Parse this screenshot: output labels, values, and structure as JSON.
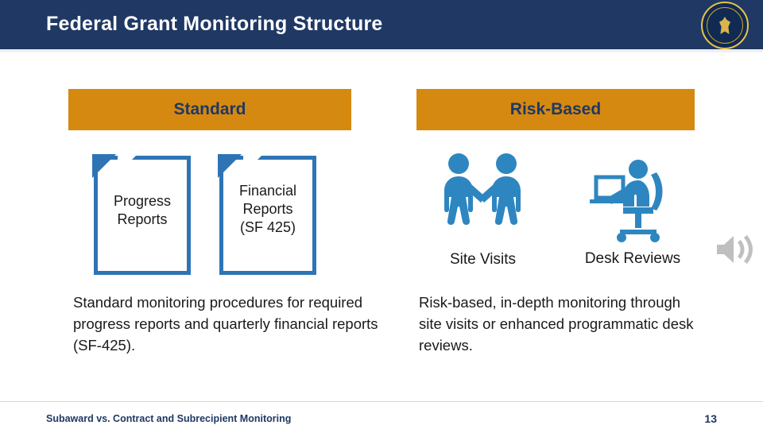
{
  "header": {
    "title": "Federal Grant Monitoring Structure",
    "seal_icon": "state-seal-icon"
  },
  "columns": [
    {
      "heading": "Standard",
      "items": [
        {
          "icon": "document-icon",
          "label": "Progress\nReports"
        },
        {
          "icon": "document-icon",
          "label": "Financial\nReports\n(SF 425)"
        }
      ],
      "description": "Standard monitoring procedures for required progress reports and quarterly financial reports (SF-425)."
    },
    {
      "heading": "Risk-Based",
      "items": [
        {
          "icon": "two-people-handshake-icon",
          "label": "Site Visits"
        },
        {
          "icon": "person-at-desk-icon",
          "label": "Desk Reviews"
        }
      ],
      "description": "Risk-based, in-depth monitoring through site visits or enhanced programmatic desk reviews."
    }
  ],
  "media": {
    "speaker_icon": "speaker-audio-icon"
  },
  "footer": {
    "title": "Subaward vs. Contract and Subrecipient Monitoring",
    "page_number": "13"
  },
  "colors": {
    "header_bg": "#1F3864",
    "accent_orange": "#D68910",
    "icon_blue": "#2E74B5",
    "people_blue": "#2E86C1"
  }
}
